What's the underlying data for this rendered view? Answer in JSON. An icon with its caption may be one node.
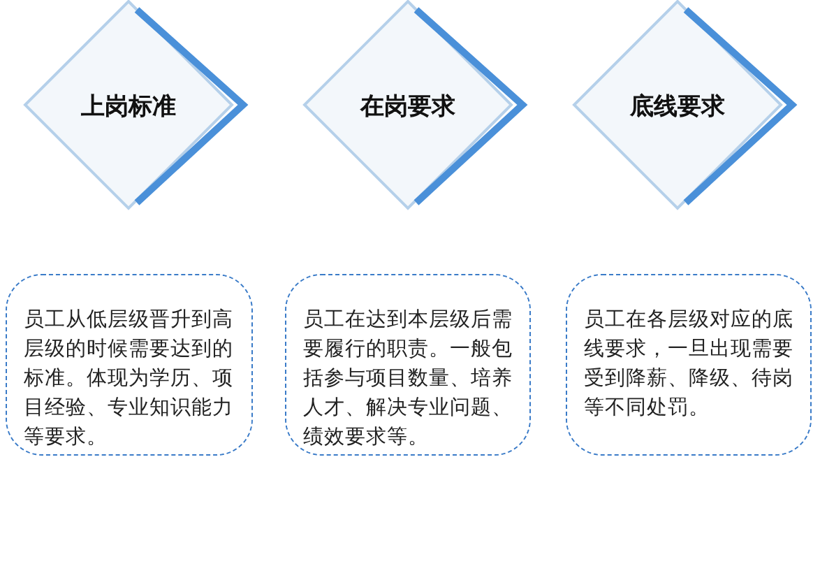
{
  "diagram": {
    "nodes": [
      {
        "text": [
          "上岗标准"
        ]
      },
      {
        "text": [
          "在岗要求"
        ]
      },
      {
        "text": [
          "底线要求"
        ]
      },
      {
        "text": [
          "员工从低层级晋升到高层级的时候需要达到的标准。体现为学历、项目经验、专业知识能力等要求。"
        ]
      },
      {
        "text": [
          "员工在达到本层级后需要履行的职责。一般包括参与项目数量、培养人才、解决专业问题、绩效要求等。"
        ]
      },
      {
        "text": [
          "员工在各层级对应的底线要求，一旦出现需要受到降薪、降级、待岗等不同处罚。"
        ]
      }
    ],
    "edges": []
  }
}
